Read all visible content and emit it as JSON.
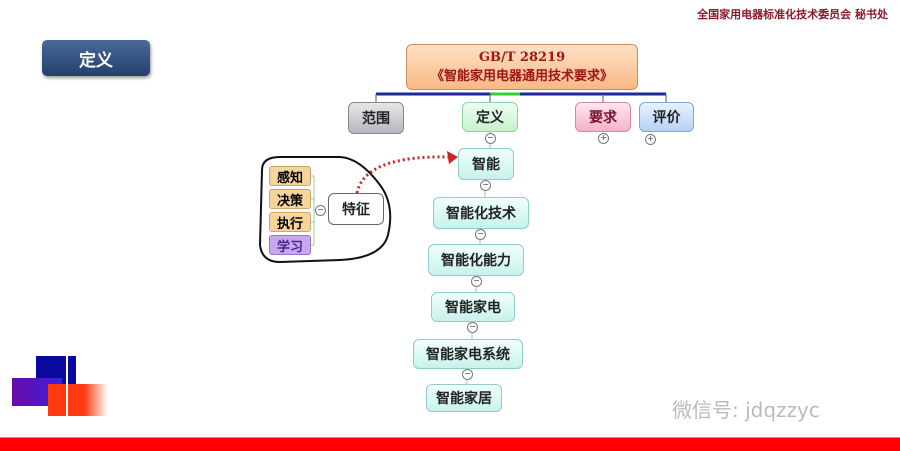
{
  "header_org": "全国家用电器标准化技术委员会 秘书处",
  "section_title": "定义",
  "root": {
    "line1": "GB/T 28219",
    "line2": "《智能家用电器通用技术要求》"
  },
  "branches": [
    "范围",
    "定义",
    "要求",
    "评价"
  ],
  "chain": [
    "智能",
    "智能化技术",
    "智能化能力",
    "智能家电",
    "智能家电系统",
    "智能家居"
  ],
  "feature": {
    "label": "特征",
    "items": [
      "感知",
      "决策",
      "执行",
      "学习"
    ]
  },
  "watermark": "微信号: jdqzzyc",
  "colors": {
    "accent_red": "#ff0000",
    "title_bg": "#2f4f7f",
    "org_text": "#8b1a2a"
  }
}
